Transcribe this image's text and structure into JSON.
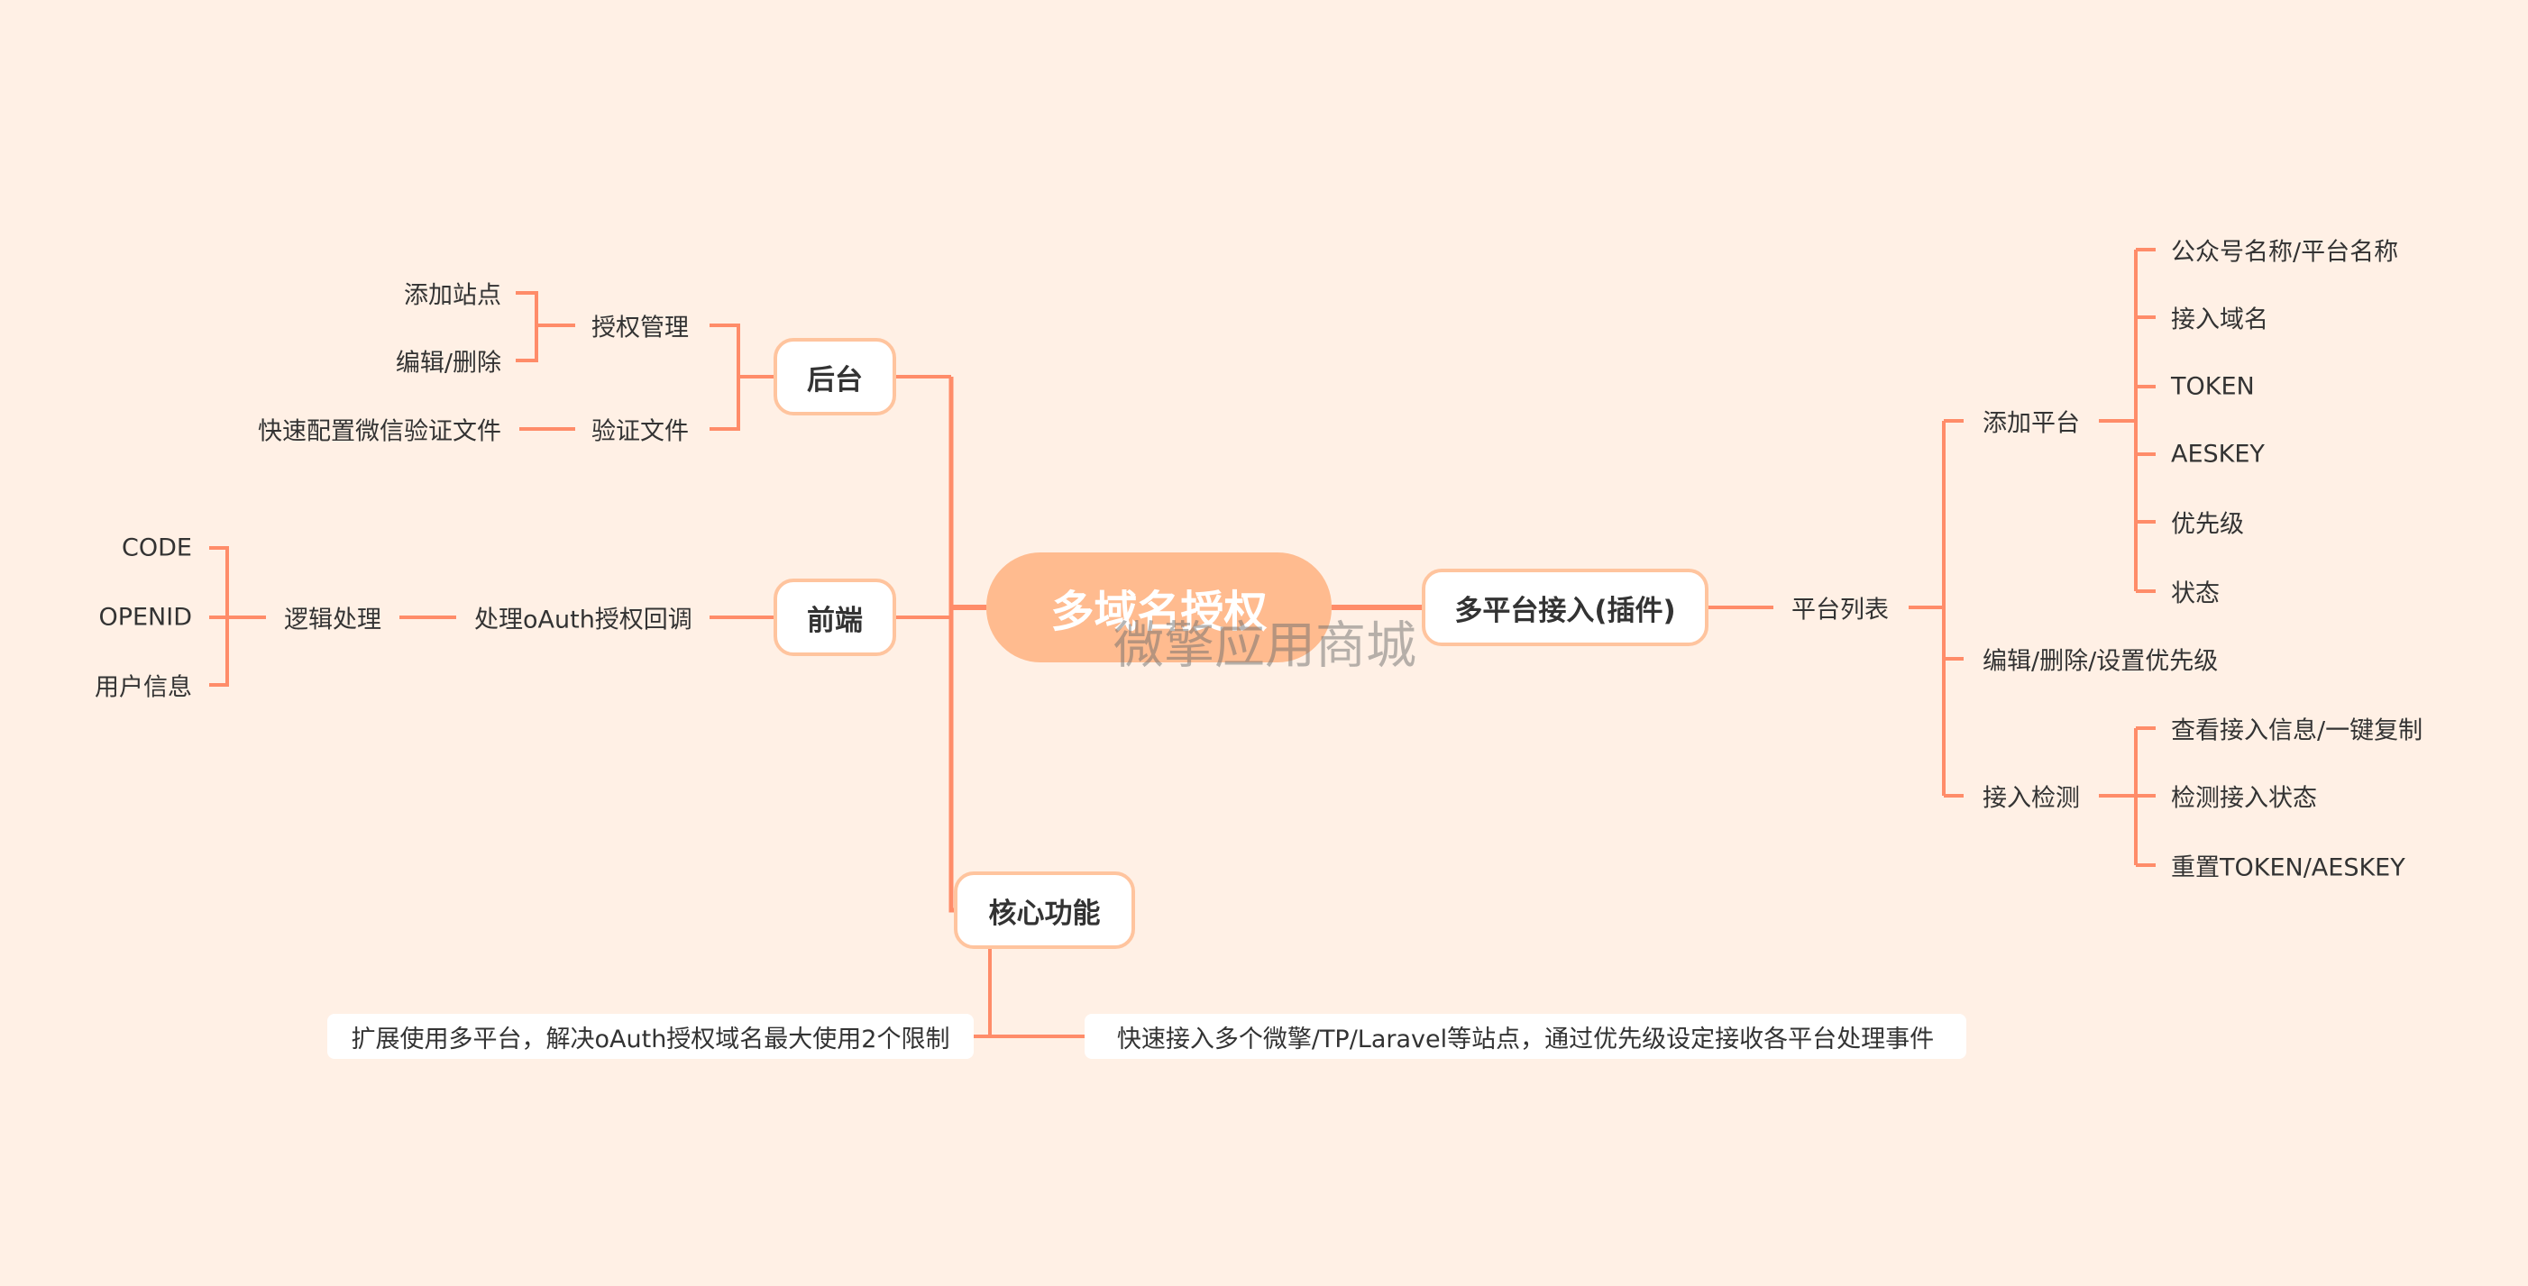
{
  "root": "多域名授权",
  "watermark": "微擎应用商城",
  "colors": {
    "background": "#fff0e5",
    "line": "#ff8c69",
    "root_fill": "#ffbb8f",
    "node_border": "#ffc49e"
  },
  "backend": {
    "label": "后台",
    "auth_manage": {
      "label": "授权管理",
      "children": [
        "添加站点",
        "编辑/删除"
      ]
    },
    "verify_file": {
      "label": "验证文件",
      "children": [
        "快速配置微信验证文件"
      ]
    }
  },
  "frontend": {
    "label": "前端",
    "callback": "处理oAuth授权回调",
    "logic": {
      "label": "逻辑处理",
      "children": [
        "CODE",
        "OPENID",
        "用户信息"
      ]
    }
  },
  "core": {
    "label": "核心功能",
    "notes": [
      "扩展使用多平台，解决oAuth授权域名最大使用2个限制",
      "快速接入多个微擎/TP/Laravel等站点，通过优先级设定接收各平台处理事件"
    ]
  },
  "plugin": {
    "label": "多平台接入(插件)",
    "platform_list": {
      "label": "平台列表",
      "add": {
        "label": "添加平台",
        "children": [
          "公众号名称/平台名称",
          "接入域名",
          "TOKEN",
          "AESKEY",
          "优先级",
          "状态"
        ]
      },
      "edit": "编辑/删除/设置优先级",
      "detect": {
        "label": "接入检测",
        "children": [
          "查看接入信息/一键复制",
          "检测接入状态",
          "重置TOKEN/AESKEY"
        ]
      }
    }
  }
}
